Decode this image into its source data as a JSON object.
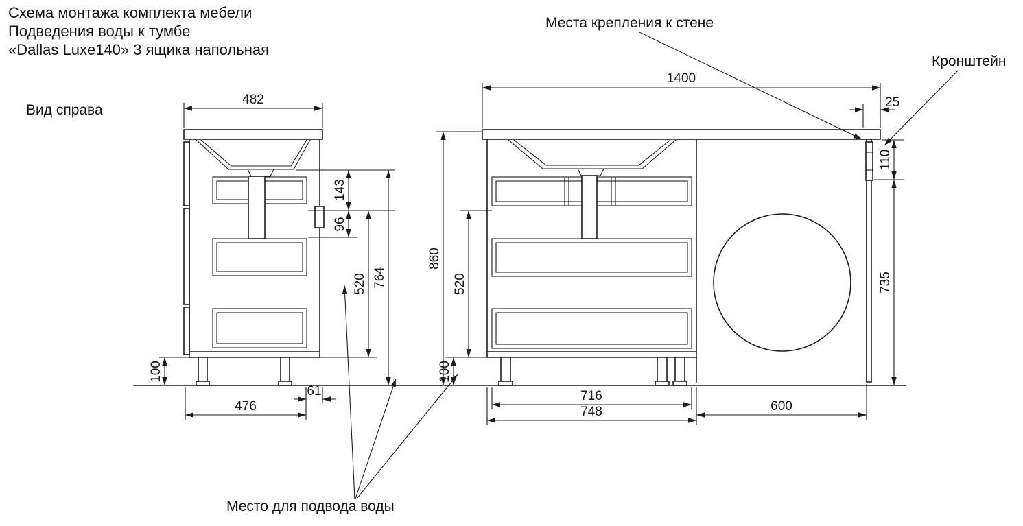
{
  "background": "#ffffff",
  "line_color": "#1c1c1c",
  "title": {
    "line1": "Схема монтажа комплекта мебели",
    "line2": "Подведения воды к тумбе",
    "line3": "«Dallas Luxe140» 3 ящика напольная"
  },
  "labels": {
    "view_right": "Вид справа",
    "wall_mount": "Места крепления к стене",
    "bracket": "Кронштейн",
    "water_supply": "Место для подвода воды"
  },
  "side_view": {
    "width_top": "482",
    "basin_height": "143",
    "gap_height": "96",
    "drawer_section_height": "520",
    "body_height": "764",
    "legs_height": "100",
    "width_bottom": "476",
    "back_offset": "61"
  },
  "front_view": {
    "total_width": "1400",
    "overhang": "25",
    "bracket_height": "110",
    "machine_bay_height": "735",
    "total_height": "860",
    "drawer_section_height": "520",
    "legs_height": "100",
    "drawers_width": "716",
    "cabinet_width": "748",
    "machine_bay_width": "600"
  }
}
